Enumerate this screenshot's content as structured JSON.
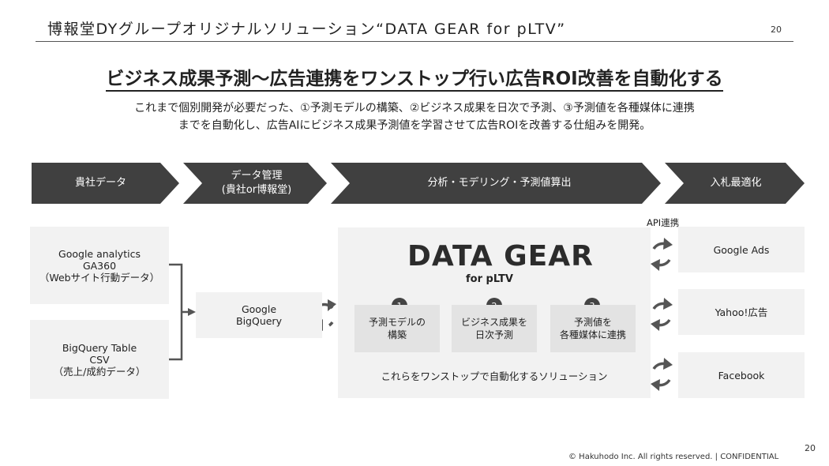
{
  "header": {
    "title": "博報堂DYグループオリジナルソリューション“DATA GEAR for pLTV”",
    "page_number": "20"
  },
  "headline": "ビジネス成果予測～広告連携をワンストップ行い広告ROI改善を自動化する",
  "intro": {
    "line1": "これまで個別開発が必要だった、①予測モデルの構築、②ビジネス成果を日次で予測、③予測値を各種媒体に連携",
    "line2": "までを自動化し、広告AIにビジネス成果予測値を学習させて広告ROIを改善する仕組みを開発。"
  },
  "flow": {
    "stage1": "貴社データ",
    "stage2_line1": "データ管理",
    "stage2_line2": "(貴社or博報堂)",
    "stage3": "分析・モデリング・予測値算出",
    "stage4": "入札最適化"
  },
  "sources": {
    "source1": {
      "line1": "Google analytics",
      "line2": "GA360",
      "line3": "（Webサイト行動データ）"
    },
    "source2": {
      "line1": "BigQuery Table",
      "line2": "CSV",
      "line3": "（売上/成約データ）"
    }
  },
  "storage": {
    "line1": "Google",
    "line2": "BigQuery"
  },
  "solution": {
    "logo": "DATA GEAR",
    "logo_sub": "for pLTV",
    "steps": [
      {
        "number": "1",
        "line1": "予測モデルの",
        "line2": "構築"
      },
      {
        "number": "2",
        "line1": "ビジネス成果を",
        "line2": "日次予測"
      },
      {
        "number": "3",
        "line1": "予測値を",
        "line2": "各種媒体に連携"
      }
    ],
    "caption": "これらをワンストップで自動化するソリューション"
  },
  "api_label": "API連携",
  "destinations": [
    "Google Ads",
    "Yahoo!広告",
    "Facebook"
  ],
  "footer": {
    "page_number": "20",
    "copyright": "© Hakuhodo Inc. All rights reserved. | CONFIDENTIAL"
  },
  "colors": {
    "flow_band": "#404040",
    "box_bg": "#f2f2f2",
    "step_bg": "#e3e3e3",
    "icon": "#555555"
  }
}
